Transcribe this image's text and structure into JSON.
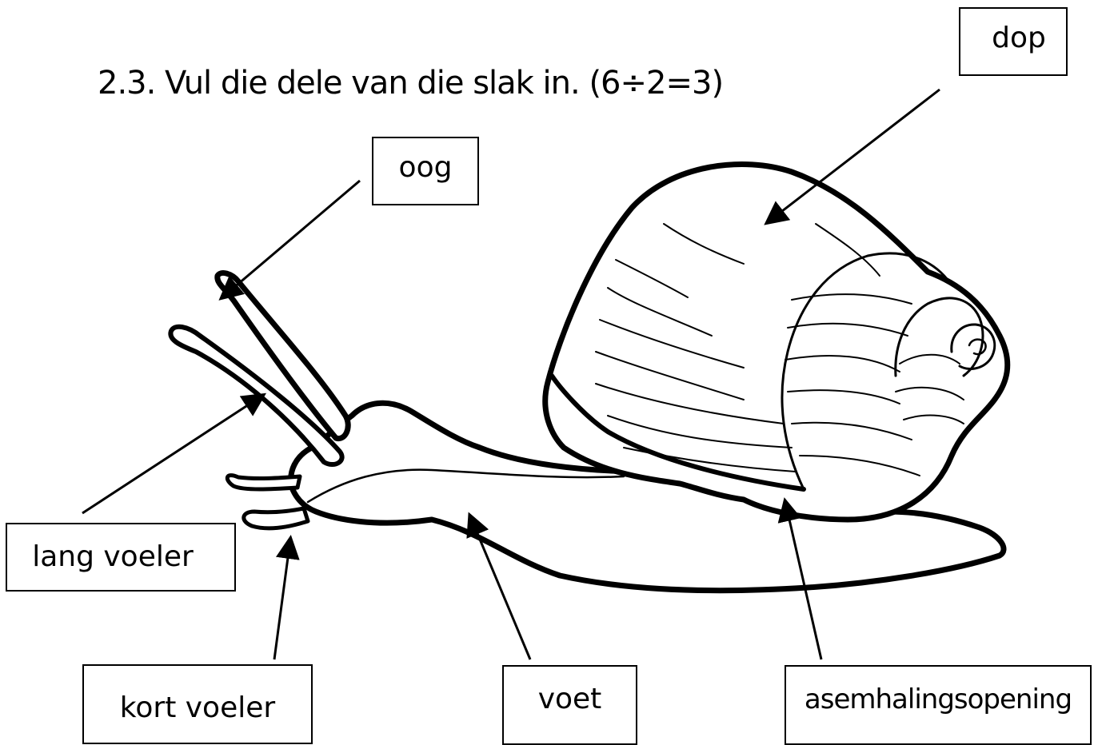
{
  "title": "2.3. Vul die dele van die slak in. (6÷2=3)",
  "labels": {
    "dop": "dop",
    "oog": "oog",
    "lang_voeler": "lang voeler",
    "kort_voeler": "kort voeler",
    "voet": "voet",
    "asemhalingsopening": "asemhalingsopening"
  },
  "colors": {
    "ink": "#000000",
    "paper": "#ffffff"
  }
}
